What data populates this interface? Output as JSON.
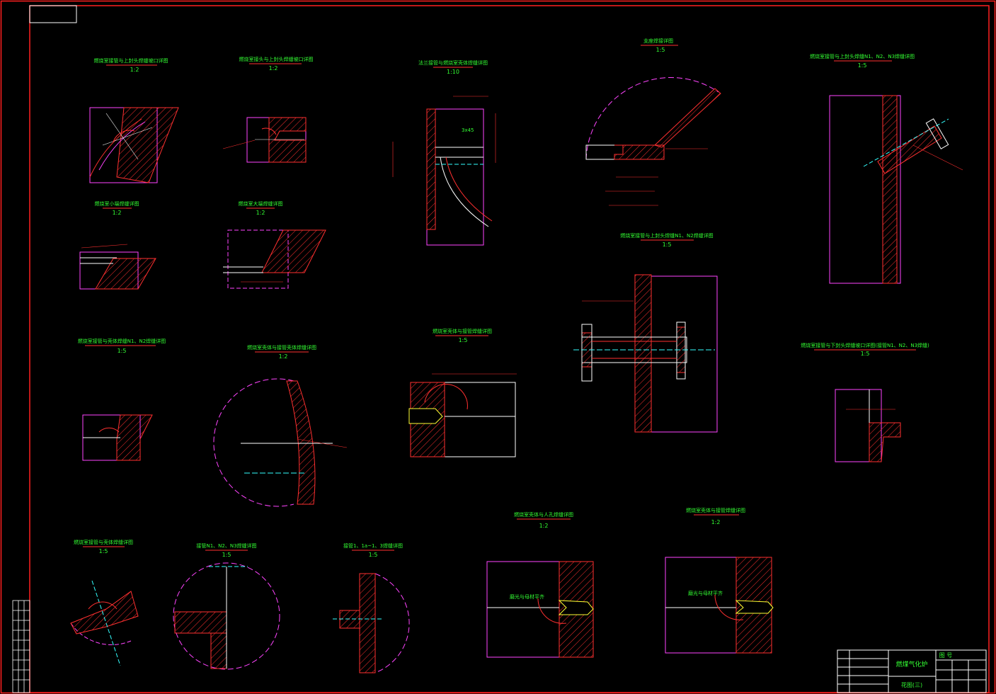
{
  "sheet": {
    "title_block": {
      "product_name": "燃煤气化炉",
      "drawing_name": "花图(三)",
      "drawing_no_label": "图 号"
    }
  },
  "details": [
    {
      "id": "d1",
      "title": "燃烧室接管与上封头焊缝坡口详图",
      "scale": "1:2"
    },
    {
      "id": "d2",
      "title": "燃烧室接头与上封头焊缝坡口详图",
      "scale": "1:2"
    },
    {
      "id": "d3",
      "title": "法兰接管与燃烧室壳体焊缝详图",
      "scale": "1:10"
    },
    {
      "id": "d4",
      "title": "支座焊接详图",
      "scale": "1:5"
    },
    {
      "id": "d5",
      "title": "燃烧室接管与上封头焊缝N1、N2、N3焊缝详图",
      "scale": "1:5"
    },
    {
      "id": "d6",
      "title": "燃烧室小端焊缝详图",
      "scale": "1:2"
    },
    {
      "id": "d7",
      "title": "燃烧室大端焊缝详图",
      "scale": "1:2"
    },
    {
      "id": "d8",
      "title": "燃烧室接管与上封头焊缝N1、N2焊缝详图",
      "scale": "1:5"
    },
    {
      "id": "d9",
      "title": "燃烧室接管与壳体焊缝N1、N2焊缝详图",
      "scale": "1:5"
    },
    {
      "id": "d10",
      "title": "燃烧室壳体与接管壳体焊缝详图",
      "scale": "1:2"
    },
    {
      "id": "d11",
      "title": "燃烧室壳体与接管焊缝详图",
      "scale": "1:5"
    },
    {
      "id": "d12",
      "title": "燃烧室接管与下封头焊缝坡口详图(接管N1、N2、N3焊缝)",
      "scale": "1:5"
    },
    {
      "id": "d13",
      "title": "燃烧室接管与壳体焊缝详图",
      "scale": "1:5"
    },
    {
      "id": "d14",
      "title": "接管N1、N2、N3焊缝详图",
      "scale": "1:5"
    },
    {
      "id": "d15",
      "title": "接管1、1a~1、3焊缝详图",
      "scale": "1:5"
    },
    {
      "id": "d16",
      "title": "燃烧室壳体与人孔焊缝详图",
      "scale": "1:2"
    },
    {
      "id": "d17",
      "title": "燃烧室壳体与接管焊缝详图",
      "scale": "1:2"
    }
  ],
  "annotations": {
    "d3_note": "3x45",
    "d16_note": "磨光与母材平齐",
    "d17_note": "磨光与母材平齐"
  },
  "colors": {
    "background": "#000000",
    "frame": "#ff2020",
    "hatch": "#ff3030",
    "outline": "#ff44ff",
    "text": "#33ff33",
    "weld": "#ffff33",
    "center": "#33ffff",
    "white": "#ffffff"
  }
}
